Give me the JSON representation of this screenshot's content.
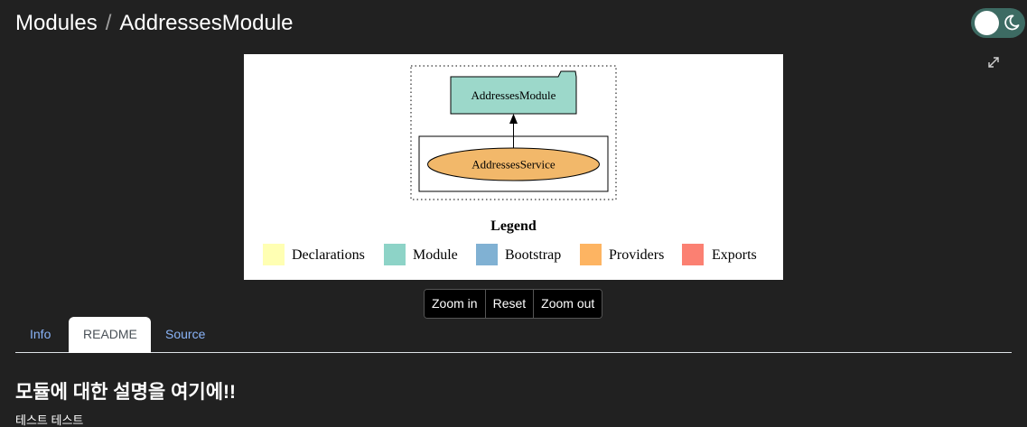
{
  "header": {
    "breadcrumb_root": "Modules",
    "breadcrumb_separator": "/",
    "breadcrumb_current": "AddressesModule"
  },
  "theme_toggle": {
    "track_color": "#3d6b63",
    "knob_color": "#ffffff",
    "icon": "moon-icon"
  },
  "graph": {
    "module_label": "AddressesModule",
    "service_label": "AddressesService",
    "module_color": "#9cd8ca",
    "provider_color": "#f2b86a"
  },
  "legend": {
    "title": "Legend",
    "items": [
      {
        "label": "Declarations",
        "color": "#ffffb3"
      },
      {
        "label": "Module",
        "color": "#8dd3c7"
      },
      {
        "label": "Bootstrap",
        "color": "#80b1d3"
      },
      {
        "label": "Providers",
        "color": "#fdb462"
      },
      {
        "label": "Exports",
        "color": "#fb8072"
      }
    ]
  },
  "zoom": {
    "zoom_in_label": "Zoom in",
    "reset_label": "Reset",
    "zoom_out_label": "Zoom out"
  },
  "tabs": [
    {
      "label": "Info",
      "active": false
    },
    {
      "label": "README",
      "active": true
    },
    {
      "label": "Source",
      "active": false
    }
  ],
  "readme": {
    "title": "모듈에 대한 설명을 여기에!!",
    "body": "테스트 테스트"
  }
}
